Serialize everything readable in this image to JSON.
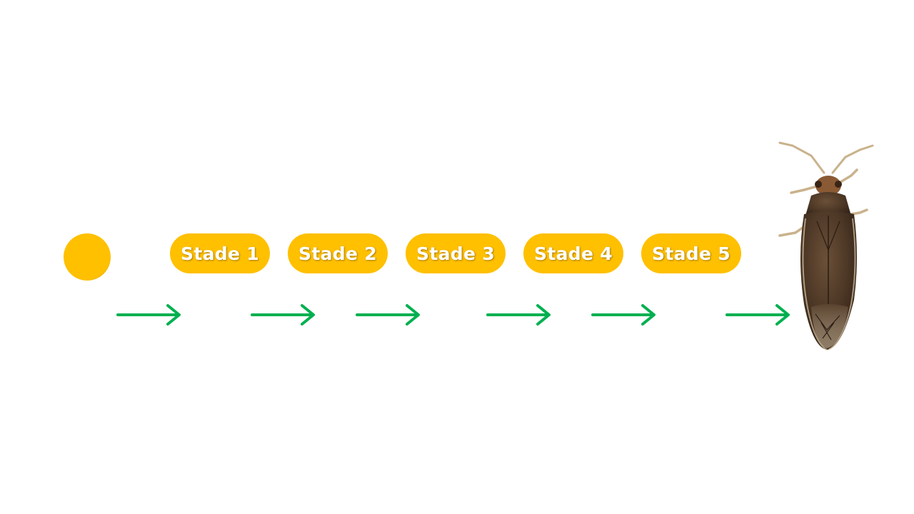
{
  "stages": [
    {
      "label": "Stade 1"
    },
    {
      "label": "Stade 2"
    },
    {
      "label": "Stade 3"
    },
    {
      "label": "Stade 4"
    },
    {
      "label": "Stade 5"
    }
  ],
  "colors": {
    "stage_fill": "#ffc000",
    "arrow": "#00b050",
    "bug_body": "#4a3524"
  },
  "icons": {
    "egg": "egg-icon",
    "arrow": "arrow-right-icon",
    "adult": "insect-adult-icon"
  }
}
